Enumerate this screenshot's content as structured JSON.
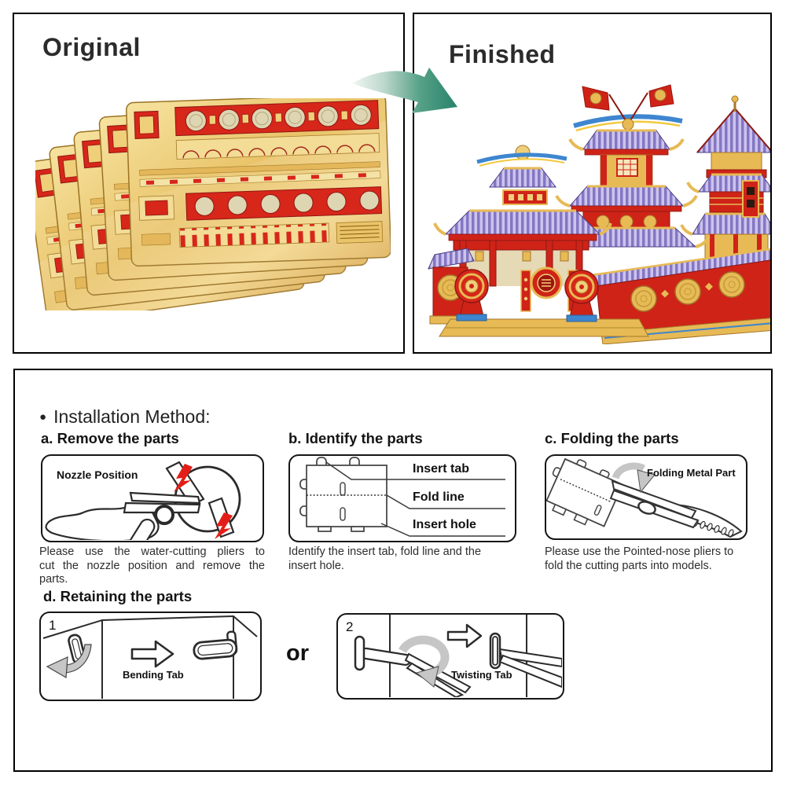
{
  "panels": {
    "original": {
      "title": "Original"
    },
    "finished": {
      "title": "Finished"
    }
  },
  "instructions": {
    "bullet": "●",
    "heading": "Installation Method:",
    "steps": {
      "a": {
        "title": "a. Remove the parts",
        "diagram_label": "Nozzle Position",
        "caption_lines": [
          "Please use the water-cutting pliers to",
          "cut the nozzle position and remove the",
          "parts."
        ]
      },
      "b": {
        "title": "b. Identify the parts",
        "labels": [
          "Insert tab",
          "Fold line",
          "Insert hole"
        ],
        "caption_lines": [
          "Identify the insert tab, fold line and the",
          "insert hole."
        ]
      },
      "c": {
        "title": "c. Folding the parts",
        "diagram_label": "Folding Metal Part",
        "caption_lines": [
          "Please use the Pointed-nose pliers to",
          "fold the cutting parts into models."
        ]
      },
      "d": {
        "title": "d. Retaining the parts",
        "option1": {
          "number": "1",
          "label": "Bending Tab"
        },
        "separator": "or",
        "option2": {
          "number": "2",
          "label": "Twisting Tab"
        }
      }
    }
  },
  "colors": {
    "arrow_teal": "#27836A",
    "metal_gold": "#EAC46E",
    "accent_red": "#D7261A",
    "roof_purple": "#7B6FC0",
    "detail_blue": "#3E86CF"
  }
}
